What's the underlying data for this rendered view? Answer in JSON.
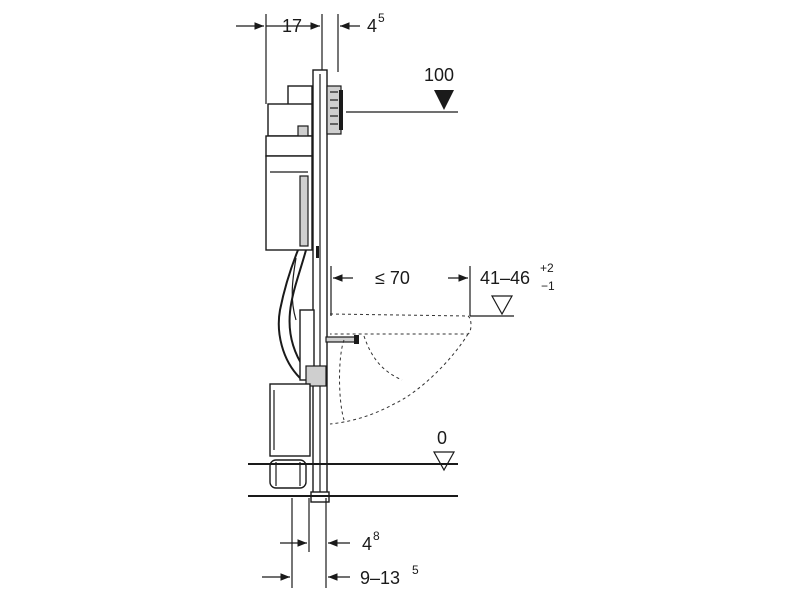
{
  "dimensions": {
    "top_left": "17",
    "top_right_base": "4",
    "top_right_sup": "5",
    "flush_plate_height": "100",
    "projection": "≤ 70",
    "seat_height_base": "41–46",
    "seat_height_sup": "+2",
    "seat_height_sub": "−1",
    "floor_level": "0",
    "bottom_upper_base": "4",
    "bottom_upper_sup": "8",
    "bottom_lower_base": "9–13",
    "bottom_lower_sup": "5"
  }
}
